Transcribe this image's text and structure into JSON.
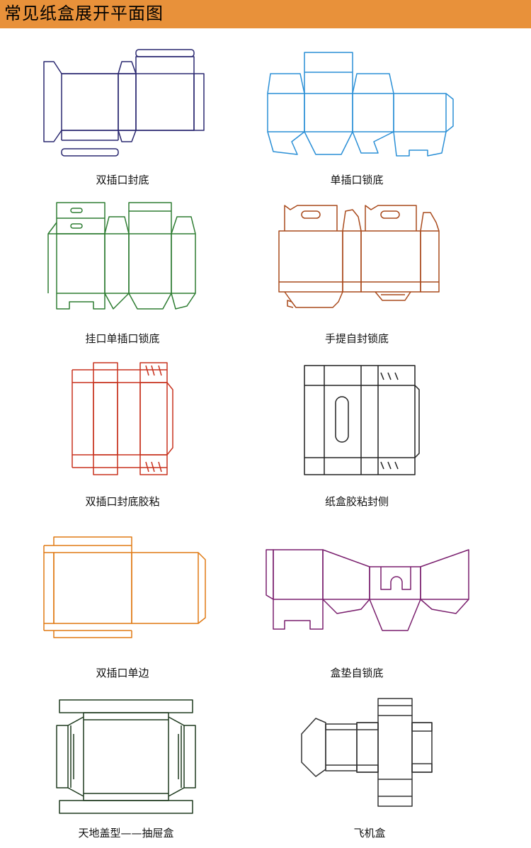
{
  "header": {
    "title": "常见纸盒展开平面图",
    "background": "#E8913A"
  },
  "boxes": [
    {
      "label": "双插口封底",
      "color": "#2a2870",
      "icon": "double-tuck-end-dieline"
    },
    {
      "label": "单插口锁底",
      "color": "#2a8fd6",
      "icon": "tuck-top-lock-bottom-dieline"
    },
    {
      "label": "挂口单插口锁底",
      "color": "#2e7d32",
      "icon": "hanger-tuck-lock-bottom-dieline"
    },
    {
      "label": "手提自封锁底",
      "color": "#a94a1c",
      "icon": "handle-lock-bottom-dieline"
    },
    {
      "label": "双插口封底胶粘",
      "color": "#c8321e",
      "icon": "double-tuck-glued-dieline"
    },
    {
      "label": "纸盒胶粘封侧",
      "color": "#222222",
      "icon": "glued-side-seal-dieline"
    },
    {
      "label": "双插口单边",
      "color": "#e07a14",
      "icon": "double-tuck-single-edge-dieline"
    },
    {
      "label": "盒垫自锁底",
      "color": "#7a1f6e",
      "icon": "pad-auto-lock-bottom-dieline"
    },
    {
      "label": "天地盖型——抽屉盒",
      "color": "#1e3a1e",
      "icon": "lid-base-drawer-box-dieline"
    },
    {
      "label": "飞机盒",
      "color": "#333333",
      "icon": "mailer-box-dieline"
    }
  ]
}
